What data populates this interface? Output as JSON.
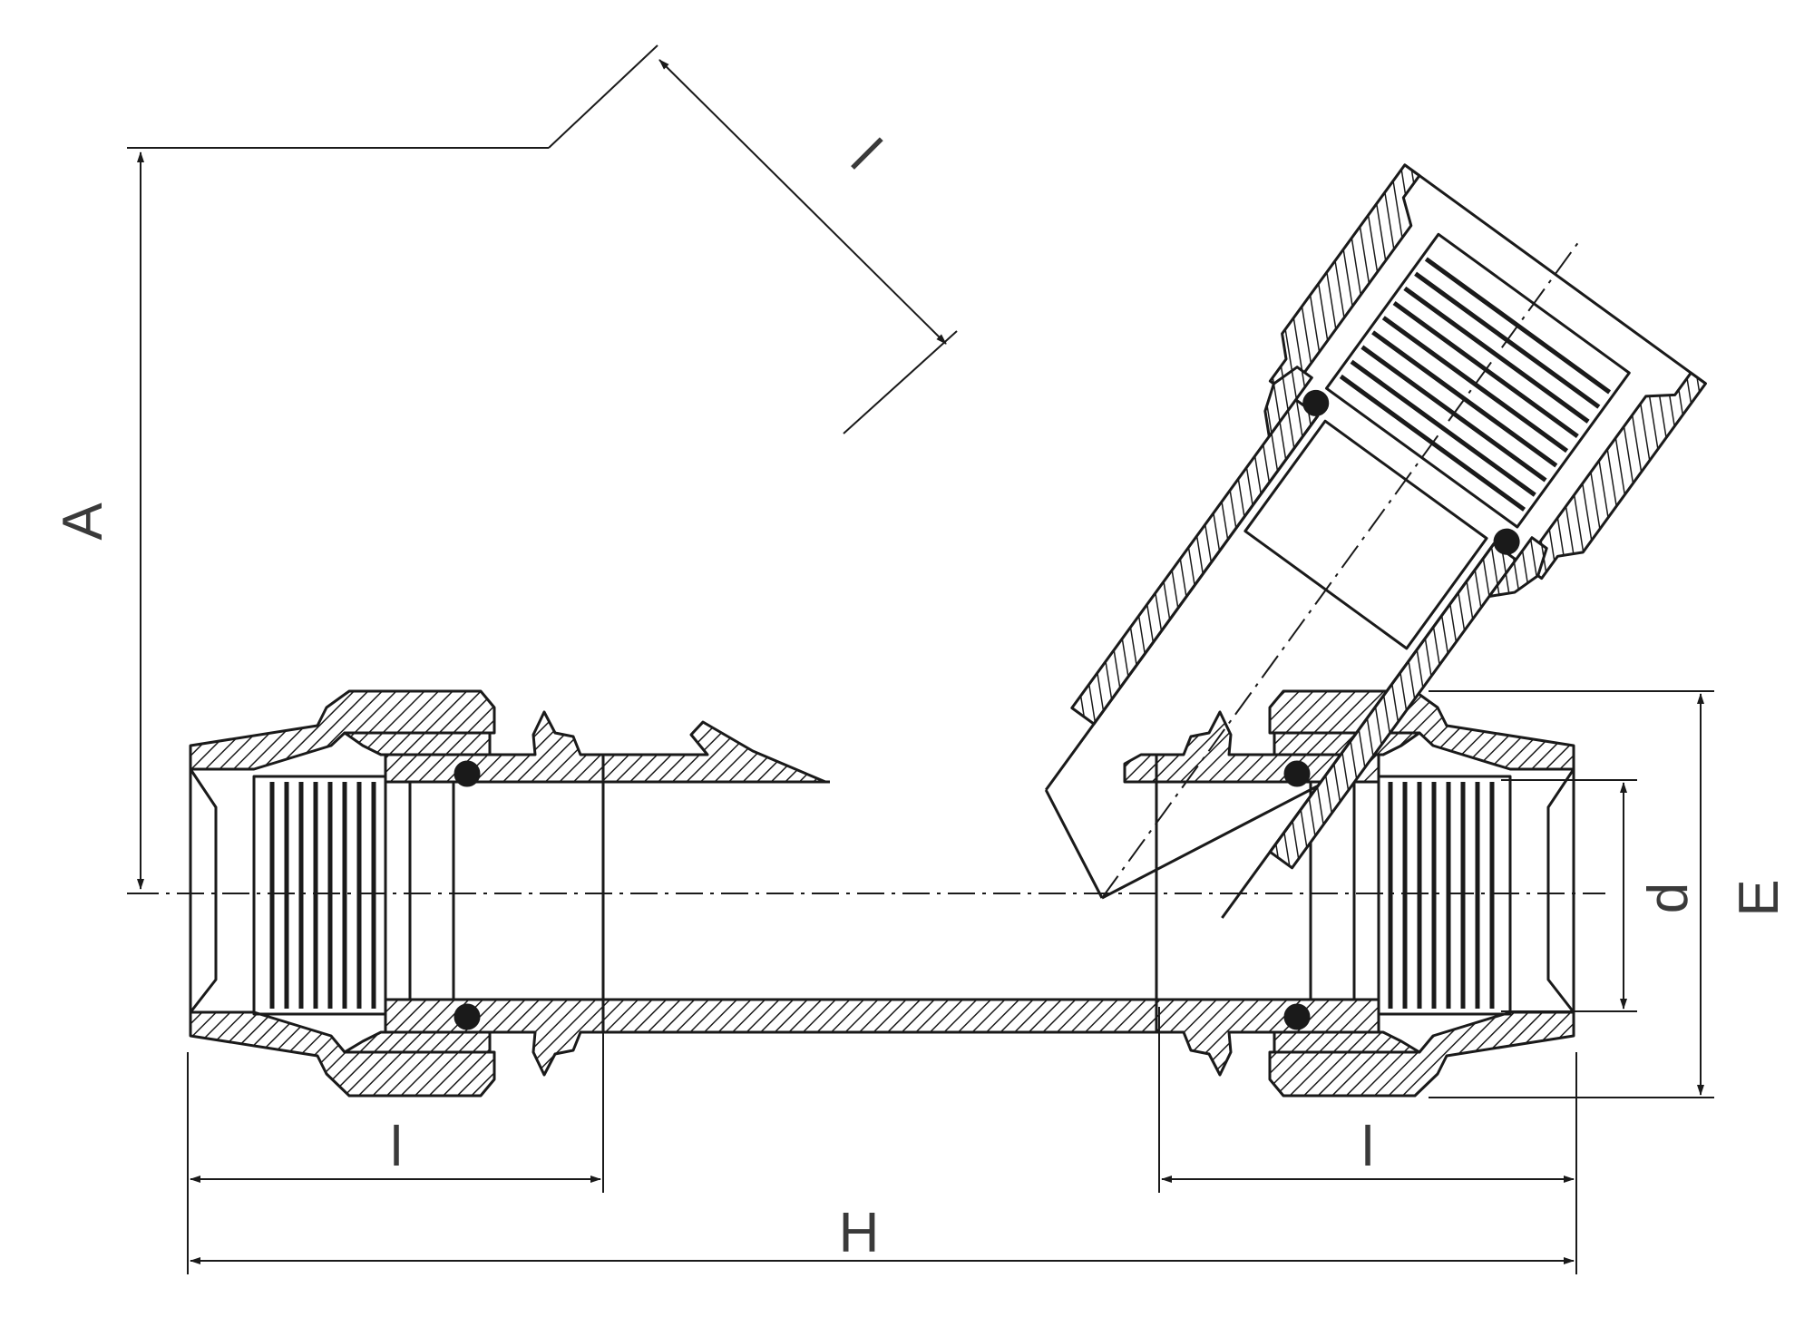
{
  "labels": {
    "A": "A",
    "l_angled": "l",
    "l_left": "l",
    "l_right": "l",
    "H": "H",
    "d": "d",
    "E": "E"
  },
  "colors": {
    "line": "#1a1a1a",
    "dimension": "#3a3a3a",
    "background": "#ffffff"
  }
}
